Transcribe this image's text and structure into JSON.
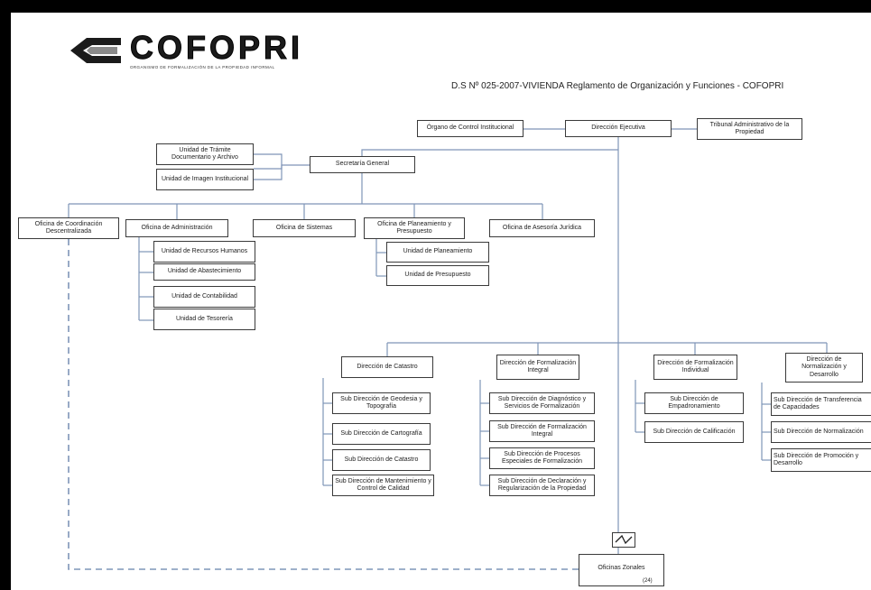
{
  "header": {
    "logo_text": "COFOPRI",
    "logo_subtitle": "ORGANISMO DE FORMALIZACIÓN DE LA PROPIEDAD INFORMAL",
    "document_title": "D.S Nº 025-2007-VIVIENDA Reglamento de Organización y Funciones - COFOPRI"
  },
  "colors": {
    "connector": "#7f95b8",
    "border": "#3a3a3a",
    "background": "#ffffff",
    "frame": "#000000"
  },
  "top": {
    "control": "Órgano de Control Institucional",
    "executive": "Dirección Ejecutiva",
    "tribunal": "Tribunal Administrativo de la Propiedad"
  },
  "secretaria": {
    "general": "Secretaría General",
    "tramite": "Unidad de Trámite Documentario y Archivo",
    "imagen": "Unidad de Imagen Institucional"
  },
  "offices": {
    "coordinacion": "Oficina de Coordinación Descentralizada",
    "administracion": "Oficina de Administración",
    "sistemas": "Oficina de Sistemas",
    "planeamiento": "Oficina de Planeamiento y Presupuesto",
    "asesoria": "Oficina de Asesoría Jurídica"
  },
  "admin_units": [
    "Unidad de Recursos Humanos",
    "Unidad de Abastecimiento",
    "Unidad de Contabilidad",
    "Unidad de Tesorería"
  ],
  "plan_units": [
    "Unidad de Planeamiento",
    "Unidad de Presupuesto"
  ],
  "directions": {
    "catastro": {
      "title": "Dirección de Catastro",
      "subs": [
        "Sub Dirección de Geodesia y Topografía",
        "Sub Dirección de Cartografía",
        "Sub Dirección de Catastro",
        "Sub Dirección de Mantenimiento y Control de Calidad"
      ]
    },
    "integral": {
      "title": "Dirección de Formalización Integral",
      "subs": [
        "Sub Dirección de Diagnóstico y Servicios de Formalización",
        "Sub Dirección de Formalización Integral",
        "Sub Dirección de Procesos Especiales de Formalización",
        "Sub Dirección de Declaración y Regularización de la Propiedad"
      ]
    },
    "individual": {
      "title": "Dirección de Formalización Individual",
      "subs": [
        "Sub Dirección de Empadronamiento",
        "Sub Dirección de Calificación"
      ]
    },
    "normalizacion": {
      "title": "Dirección de Normalización y Desarrollo",
      "subs": [
        "Sub Dirección de Transferencia de Capacidades",
        "Sub Dirección de Normalización",
        "Sub Dirección de Promoción y Desarrollo"
      ]
    }
  },
  "zonal": {
    "label": "Oficinas Zonales",
    "count": "(24)"
  }
}
